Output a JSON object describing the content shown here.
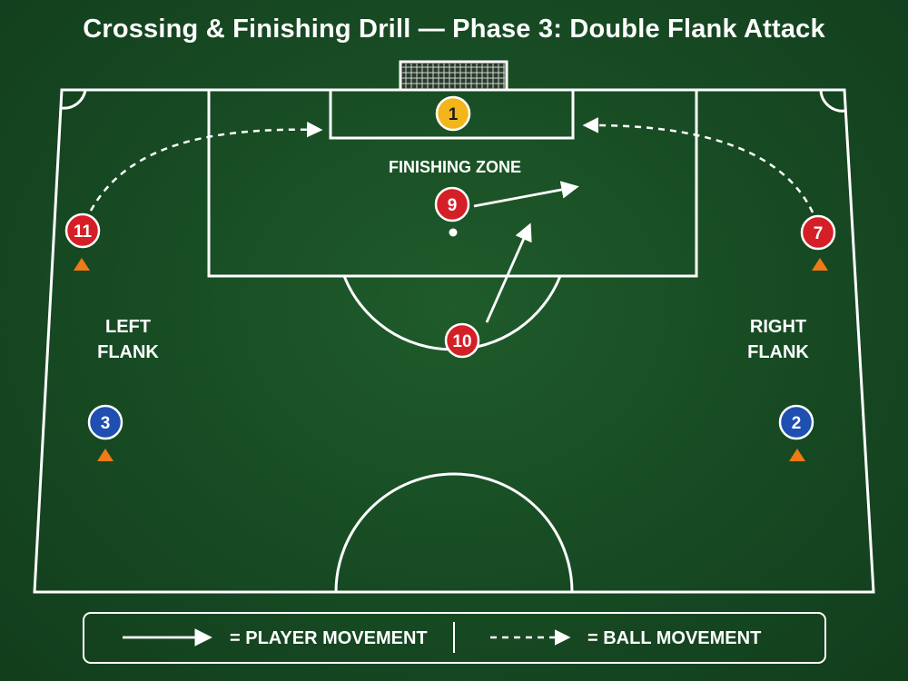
{
  "title": "Crossing & Finishing Drill — Phase 3: Double Flank Attack",
  "zones": {
    "finishing": "FINISHING ZONE",
    "left_flank": [
      "LEFT",
      "FLANK"
    ],
    "right_flank": [
      "RIGHT",
      "FLANK"
    ]
  },
  "players": {
    "gk": "1",
    "striker": "9",
    "midfielder": "10",
    "left_winger": "11",
    "right_winger": "7",
    "left_back": "3",
    "right_back": "2"
  },
  "legend": {
    "player_movement": "= PLAYER MOVEMENT",
    "ball_movement": "= BALL MOVEMENT"
  },
  "colors": {
    "pitch": "#1a5226",
    "lines": "#ffffff",
    "attacker": "#d41f26",
    "defender": "#1f4fb0",
    "goalkeeper": "#f2b61b",
    "cone": "#f07a16"
  }
}
